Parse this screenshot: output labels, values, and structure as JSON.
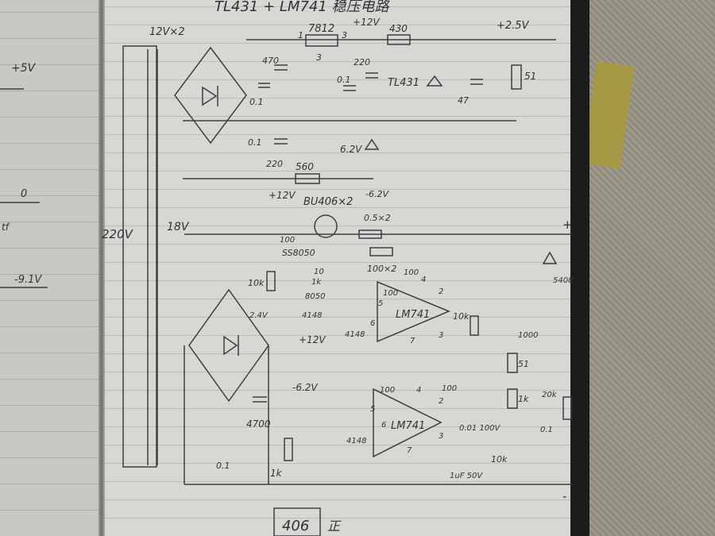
{
  "page": {
    "title": "TL431 + LM741 稳压电路",
    "page_number": "406",
    "page_suffix": "正"
  },
  "left_page_notes": {
    "top_label": "+5V",
    "mid_label": "0",
    "mid_label_2": "tf",
    "bottom_label": "-9.1V"
  },
  "labels": {
    "transformer_top": "12V×2",
    "primary": "220V",
    "secondary_18v": "18V",
    "regulator": "7812",
    "reg_pin1": "1",
    "reg_pin3": "3",
    "reg_pin2": "3",
    "plus12v_top": "+12V",
    "r430": "430",
    "out_25v": "+2.5V",
    "c470": "470",
    "c01a": "0.1",
    "c220a": "220",
    "c01b": "0.1",
    "c220b": "220",
    "tl431": "TL431",
    "c47": "47",
    "r51_top": "51",
    "z62": "6.2V",
    "neg62": "-6.2V",
    "r560": "560",
    "bu406": "BU406×2",
    "plus12v_mid": "+12V",
    "r0_5": "0.5×2",
    "r100a": "100",
    "ss8050": "SS8050",
    "r10": "10",
    "r100x2": "100×2",
    "r10k_left": "10k",
    "r1k_a": "1k",
    "t8050": "8050",
    "v24": "2.4V",
    "d4148_a": "4148",
    "c100_a": "100",
    "c100_b": "100",
    "pin5_a": "5",
    "pin4_a": "4",
    "pin2_a": "2",
    "pin6_a": "6",
    "pin3_a": "3",
    "pin7_a": "7",
    "lm741_a": "LM741",
    "d4148_b": "4148",
    "r10k_pot": "10k",
    "plus12v_op": "+12V",
    "neg62_op": "-6.2V",
    "c100_c": "100",
    "pin5_b": "5",
    "pin4_b": "4",
    "pin2_b": "2",
    "pin6_b": "6",
    "pin3_b": "3",
    "pin7_b": "7",
    "lm741_b": "LM741",
    "d4148_c": "4148",
    "c100_d": "100",
    "c001": "0.01 100V",
    "c1u": "1uF 50V",
    "pot10k": "10k",
    "r51_out": "51",
    "r1k_out": "1k",
    "c1000": "1000",
    "r20k": "20k",
    "c01_out": "0.1",
    "d5408": "5408",
    "c4700": "4700",
    "c01_bottom": "0.1",
    "r1k_bottom": "1k",
    "out_plus": "+",
    "out_minus": "-"
  }
}
